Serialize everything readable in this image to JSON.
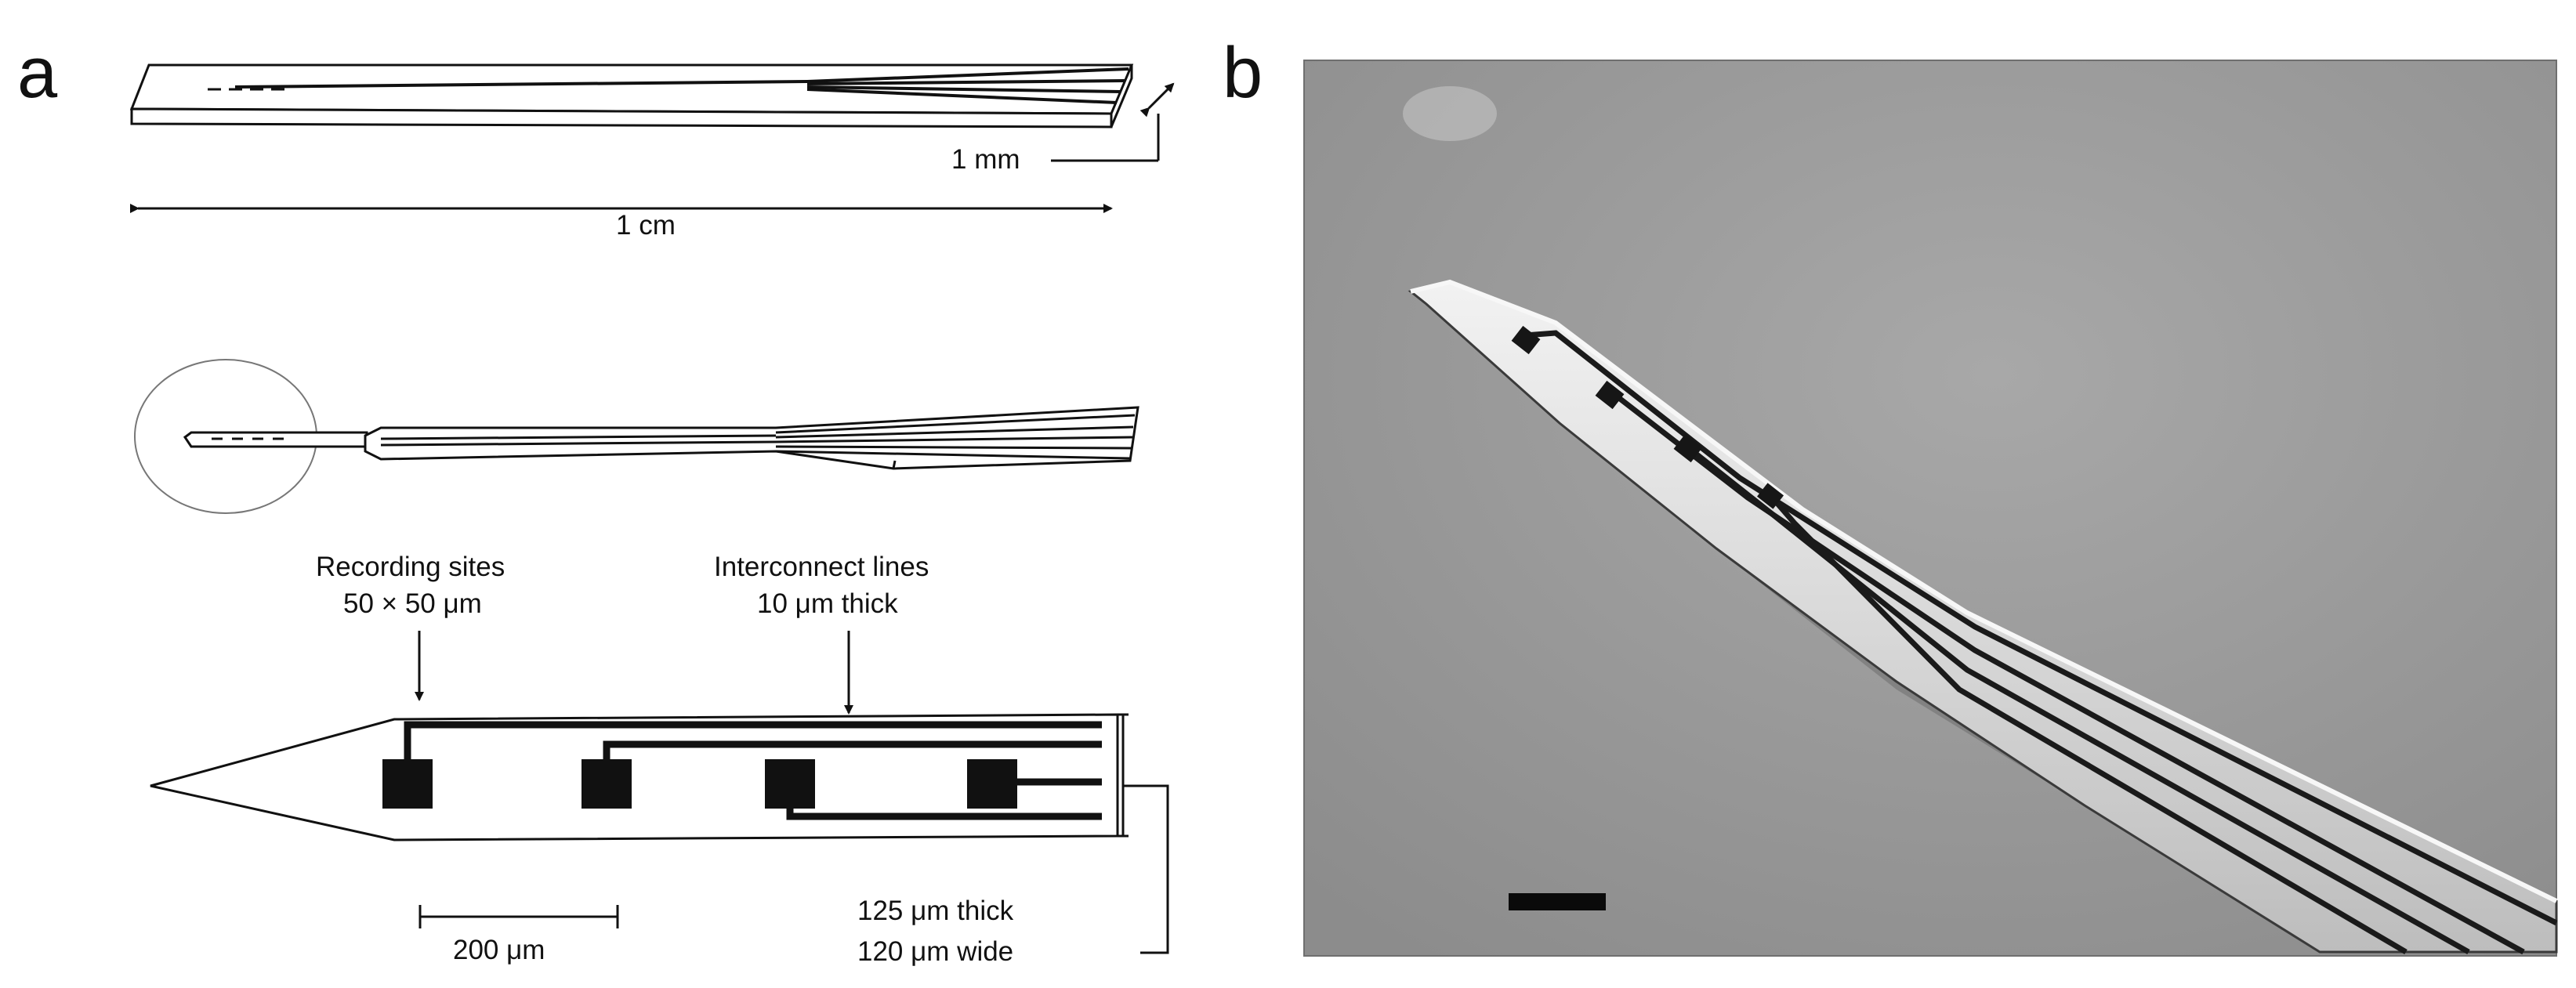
{
  "figure": {
    "panel_a": {
      "letter": "a",
      "length_label": "1 cm",
      "width_label": "1 mm",
      "recording_sites_label": "Recording sites",
      "recording_sites_size": "50 × 50 μm",
      "interconnect_label": "Interconnect lines",
      "interconnect_thickness": "10 μm thick",
      "scale_label": "200 μm",
      "probe_thickness": "125 μm thick",
      "probe_width": "120 μm wide"
    },
    "panel_b": {
      "letter": "b"
    }
  },
  "colors": {
    "line": "#111111",
    "photo_background": "#9a9a9a",
    "probe_body": "#e2e2e2"
  }
}
